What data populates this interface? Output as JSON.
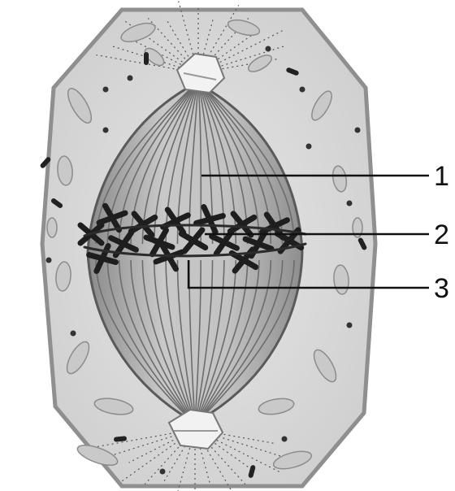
{
  "labels": [
    {
      "id": "1",
      "text": "1"
    },
    {
      "id": "2",
      "text": "2"
    },
    {
      "id": "3",
      "text": "3"
    }
  ],
  "colors": {
    "background": "#ffffff",
    "cytoplasm": "#d9d9d9",
    "cell_outline": "#9a9a9a",
    "spindle": "#a9a9a9",
    "spindle_fiber": "#6e6e6e",
    "chromosome": "#2c2c2c",
    "centrosome": "#f0f0f0",
    "organelle": "#c4c4c4",
    "leader_line": "#111111"
  },
  "icons": {
    "centrosome_top": "centrosome",
    "centrosome_bottom": "centrosome",
    "metaphase_plate": "chromosome-cluster"
  }
}
